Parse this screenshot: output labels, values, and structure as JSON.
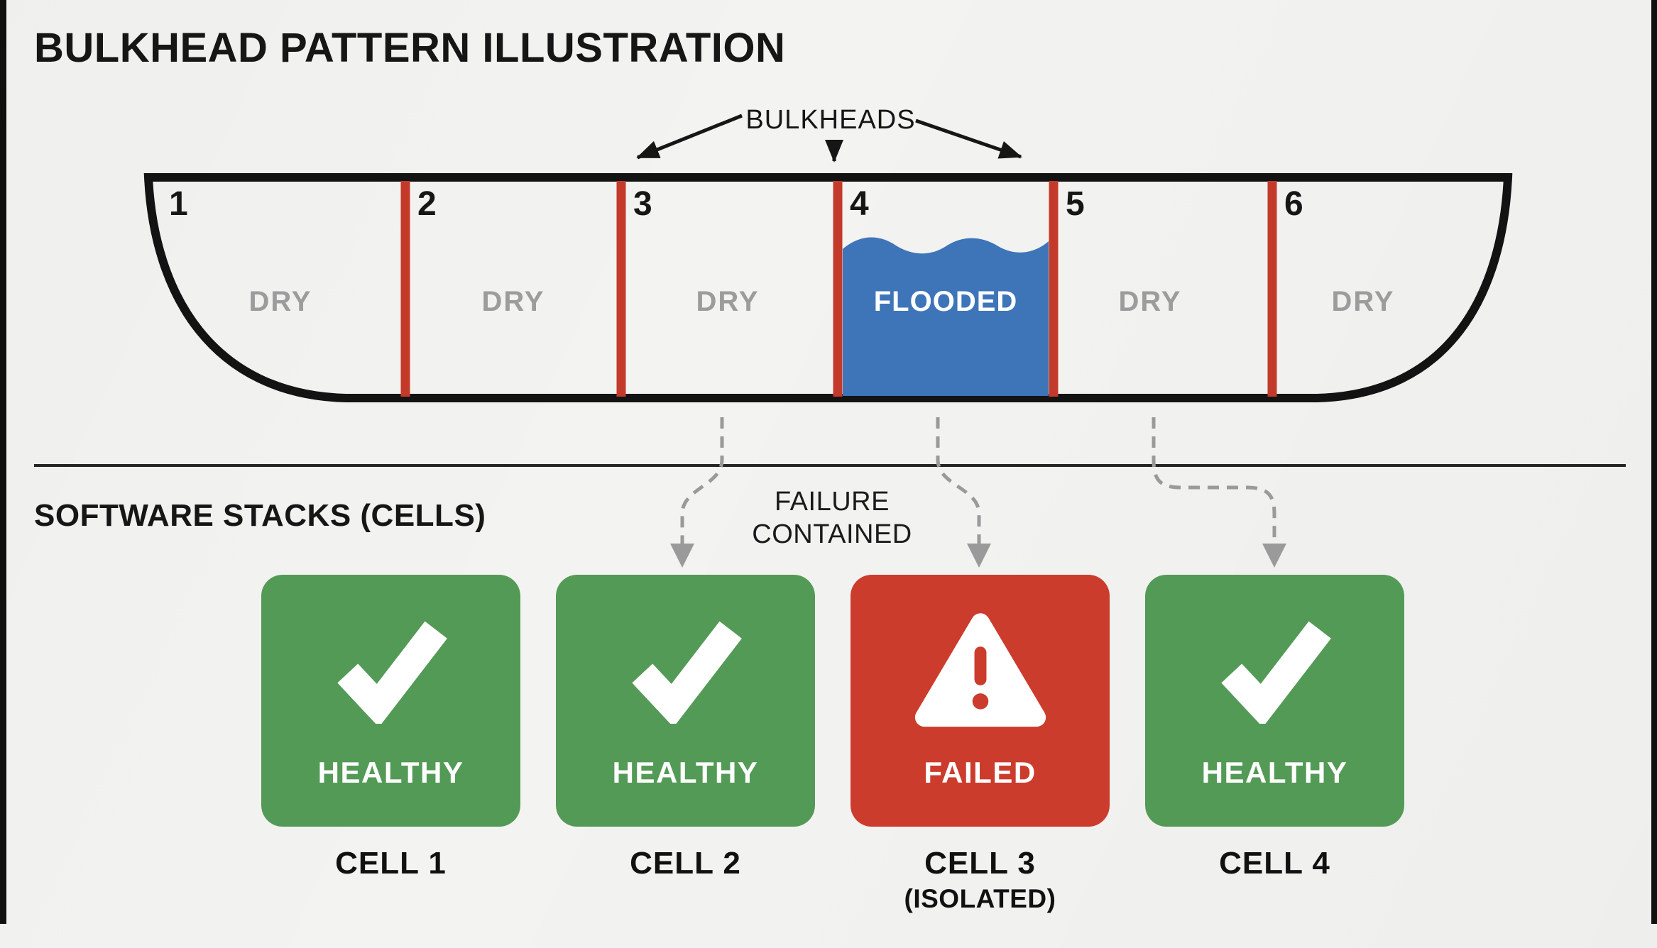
{
  "title": "BULKHEAD PATTERN ILLUSTRATION",
  "ship": {
    "bulkheads_label": "BULKHEADS",
    "compartments": [
      {
        "number": "1",
        "state": "DRY"
      },
      {
        "number": "2",
        "state": "DRY"
      },
      {
        "number": "3",
        "state": "DRY"
      },
      {
        "number": "4",
        "state": "FLOODED"
      },
      {
        "number": "5",
        "state": "DRY"
      },
      {
        "number": "6",
        "state": "DRY"
      }
    ]
  },
  "section": {
    "title": "SOFTWARE STACKS (CELLS)",
    "failure_note_line1": "FAILURE",
    "failure_note_line2": "CONTAINED"
  },
  "cells": [
    {
      "status": "HEALTHY",
      "label": "CELL 1",
      "sublabel": "",
      "state": "healthy",
      "icon": "check-icon"
    },
    {
      "status": "HEALTHY",
      "label": "CELL 2",
      "sublabel": "",
      "state": "healthy",
      "icon": "check-icon"
    },
    {
      "status": "FAILED",
      "label": "CELL 3",
      "sublabel": "(ISOLATED)",
      "state": "failed",
      "icon": "warning-icon"
    },
    {
      "status": "HEALTHY",
      "label": "CELL 4",
      "sublabel": "",
      "state": "healthy",
      "icon": "check-icon"
    }
  ],
  "colors": {
    "healthy_green": "#549a57",
    "failed_red": "#cc3c2d",
    "bulkhead_red": "#c43a2a",
    "water_blue": "#3e74b8",
    "dry_gray": "#9c9c9c",
    "connector_gray": "#9a9a9a",
    "ink": "#161616"
  }
}
